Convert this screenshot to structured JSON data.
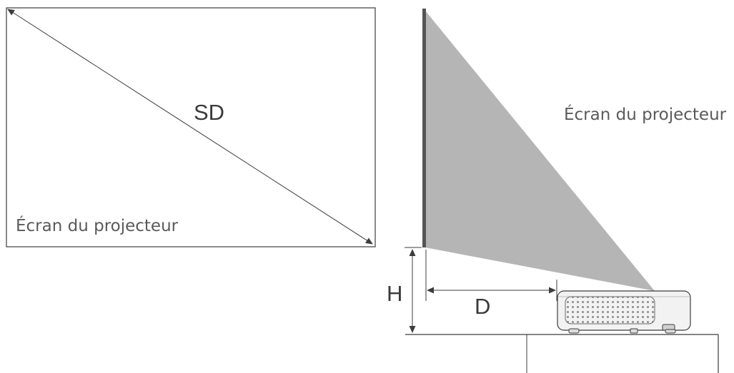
{
  "labels": {
    "screen_left": "Écran du projecteur",
    "screen_right": "Écran du projecteur",
    "diagonal": "SD",
    "height": "H",
    "distance": "D"
  },
  "colors": {
    "line": "#3c3c3c",
    "projection_beam": "#b5b5b5",
    "screen_edge": "#555555",
    "projector_body": "#f2f2f2",
    "projector_grille": "#999999"
  }
}
